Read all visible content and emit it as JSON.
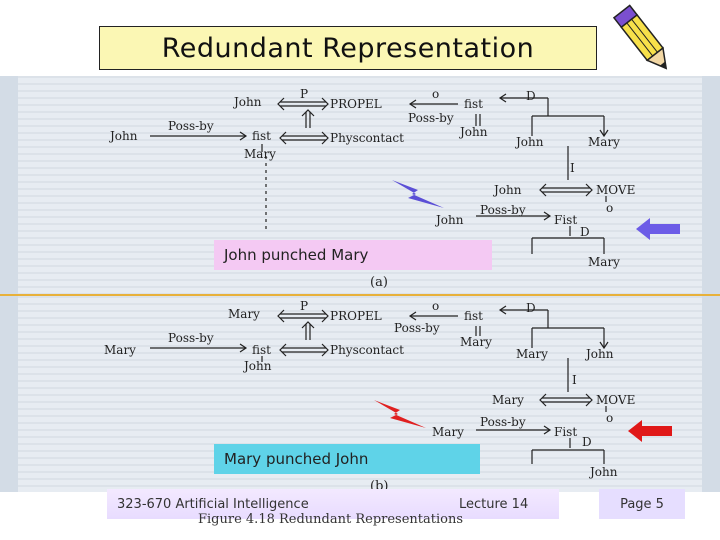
{
  "slide": {
    "title": "Redundant Representation",
    "caption_a": "John punched Mary",
    "caption_b": "Mary punched John",
    "footer_course": "323-670 Artificial Intelligence",
    "footer_lecture": "Lecture 14",
    "footer_page": "Page 5",
    "figure_caption": "Figure 4.18  Redundant Representations"
  },
  "diagram_a": {
    "agent": "John",
    "recipient": "Mary",
    "labels": {
      "p": "P",
      "o": "o",
      "i": "I",
      "d": "D",
      "propel": "PROPEL",
      "move": "MOVE",
      "fist": "fist",
      "fist_cap": "Fist",
      "poss_by": "Poss-by",
      "physcontact": "Physcontact",
      "panel_label": "(a)"
    }
  },
  "diagram_b": {
    "agent": "Mary",
    "recipient": "John",
    "labels": {
      "p": "P",
      "o": "o",
      "i": "I",
      "d": "D",
      "propel": "PROPEL",
      "move": "MOVE",
      "fist": "fist",
      "fist_cap": "Fist",
      "poss_by": "Poss-by",
      "physcontact": "Physcontact",
      "panel_label": "(b)"
    }
  },
  "colors": {
    "title_bg": "#fbf7b4",
    "caption_a_bg": "#f4c9f3",
    "caption_b_bg": "#5fd3e8",
    "arrow_a": "#6c5ce7",
    "arrow_b": "#e01818",
    "bolt_a": "#5b4fd6",
    "bolt_b": "#e02020"
  },
  "icons": [
    "pencil-icon",
    "lightning-bolt-icon",
    "left-arrow-icon"
  ]
}
